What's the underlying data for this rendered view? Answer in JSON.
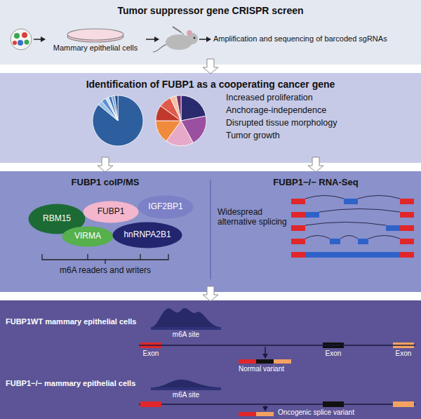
{
  "diagram": {
    "nodes": [
      {
        "text": [
          "Tumor suppressor gene CRISPR screen"
        ]
      },
      {
        "text": [
          "Mammary epithelial cells"
        ],
        "in": 0
      },
      {
        "text": [
          "Identification of FUBP1 as a cooperating cancer gene"
        ]
      },
      {
        "text": [
          "FUBP1 coIP/MS",
          "FUBP1−/− RNA-Seq"
        ]
      },
      {
        "text": [
          "RBM15"
        ],
        "in": 3
      },
      {
        "text": [
          "FUBP1"
        ],
        "in": 3
      },
      {
        "text": [
          "IGF2BP1"
        ],
        "in": 3
      },
      {
        "text": [
          "VIRMA"
        ],
        "in": 3
      },
      {
        "text": [
          "hnRNPA2B1"
        ],
        "in": 3
      },
      {
        "text": [
          "FUBP1WT mammary epithelial cells",
          "FUBP1−/− mammary epithelial cells"
        ]
      },
      {
        "text": [
          "Exon"
        ],
        "in": 9
      },
      {
        "text": [
          "Exon"
        ],
        "in": 9
      },
      {
        "text": [
          "Exon"
        ],
        "in": 9
      }
    ],
    "edges": [
      {
        "from": 0,
        "to": 2,
        "arrow": "to"
      },
      {
        "from": 2,
        "to": 3,
        "arrow": "to"
      },
      {
        "from": 2,
        "to": 3,
        "arrow": "to"
      },
      {
        "from": 3,
        "to": 9,
        "arrow": "to"
      }
    ],
    "labels": [
      "Amplification and sequencing of barcoded sgRNAs",
      "Increased proliferation",
      "Anchorage-independence",
      "Disrupted tissue morphology",
      "Tumor growth",
      "m6A readers and writers",
      "Widespread alternative splicing",
      "m6A site",
      "Normal variant",
      "m6A site",
      "Oncogenic splice variant"
    ]
  }
}
